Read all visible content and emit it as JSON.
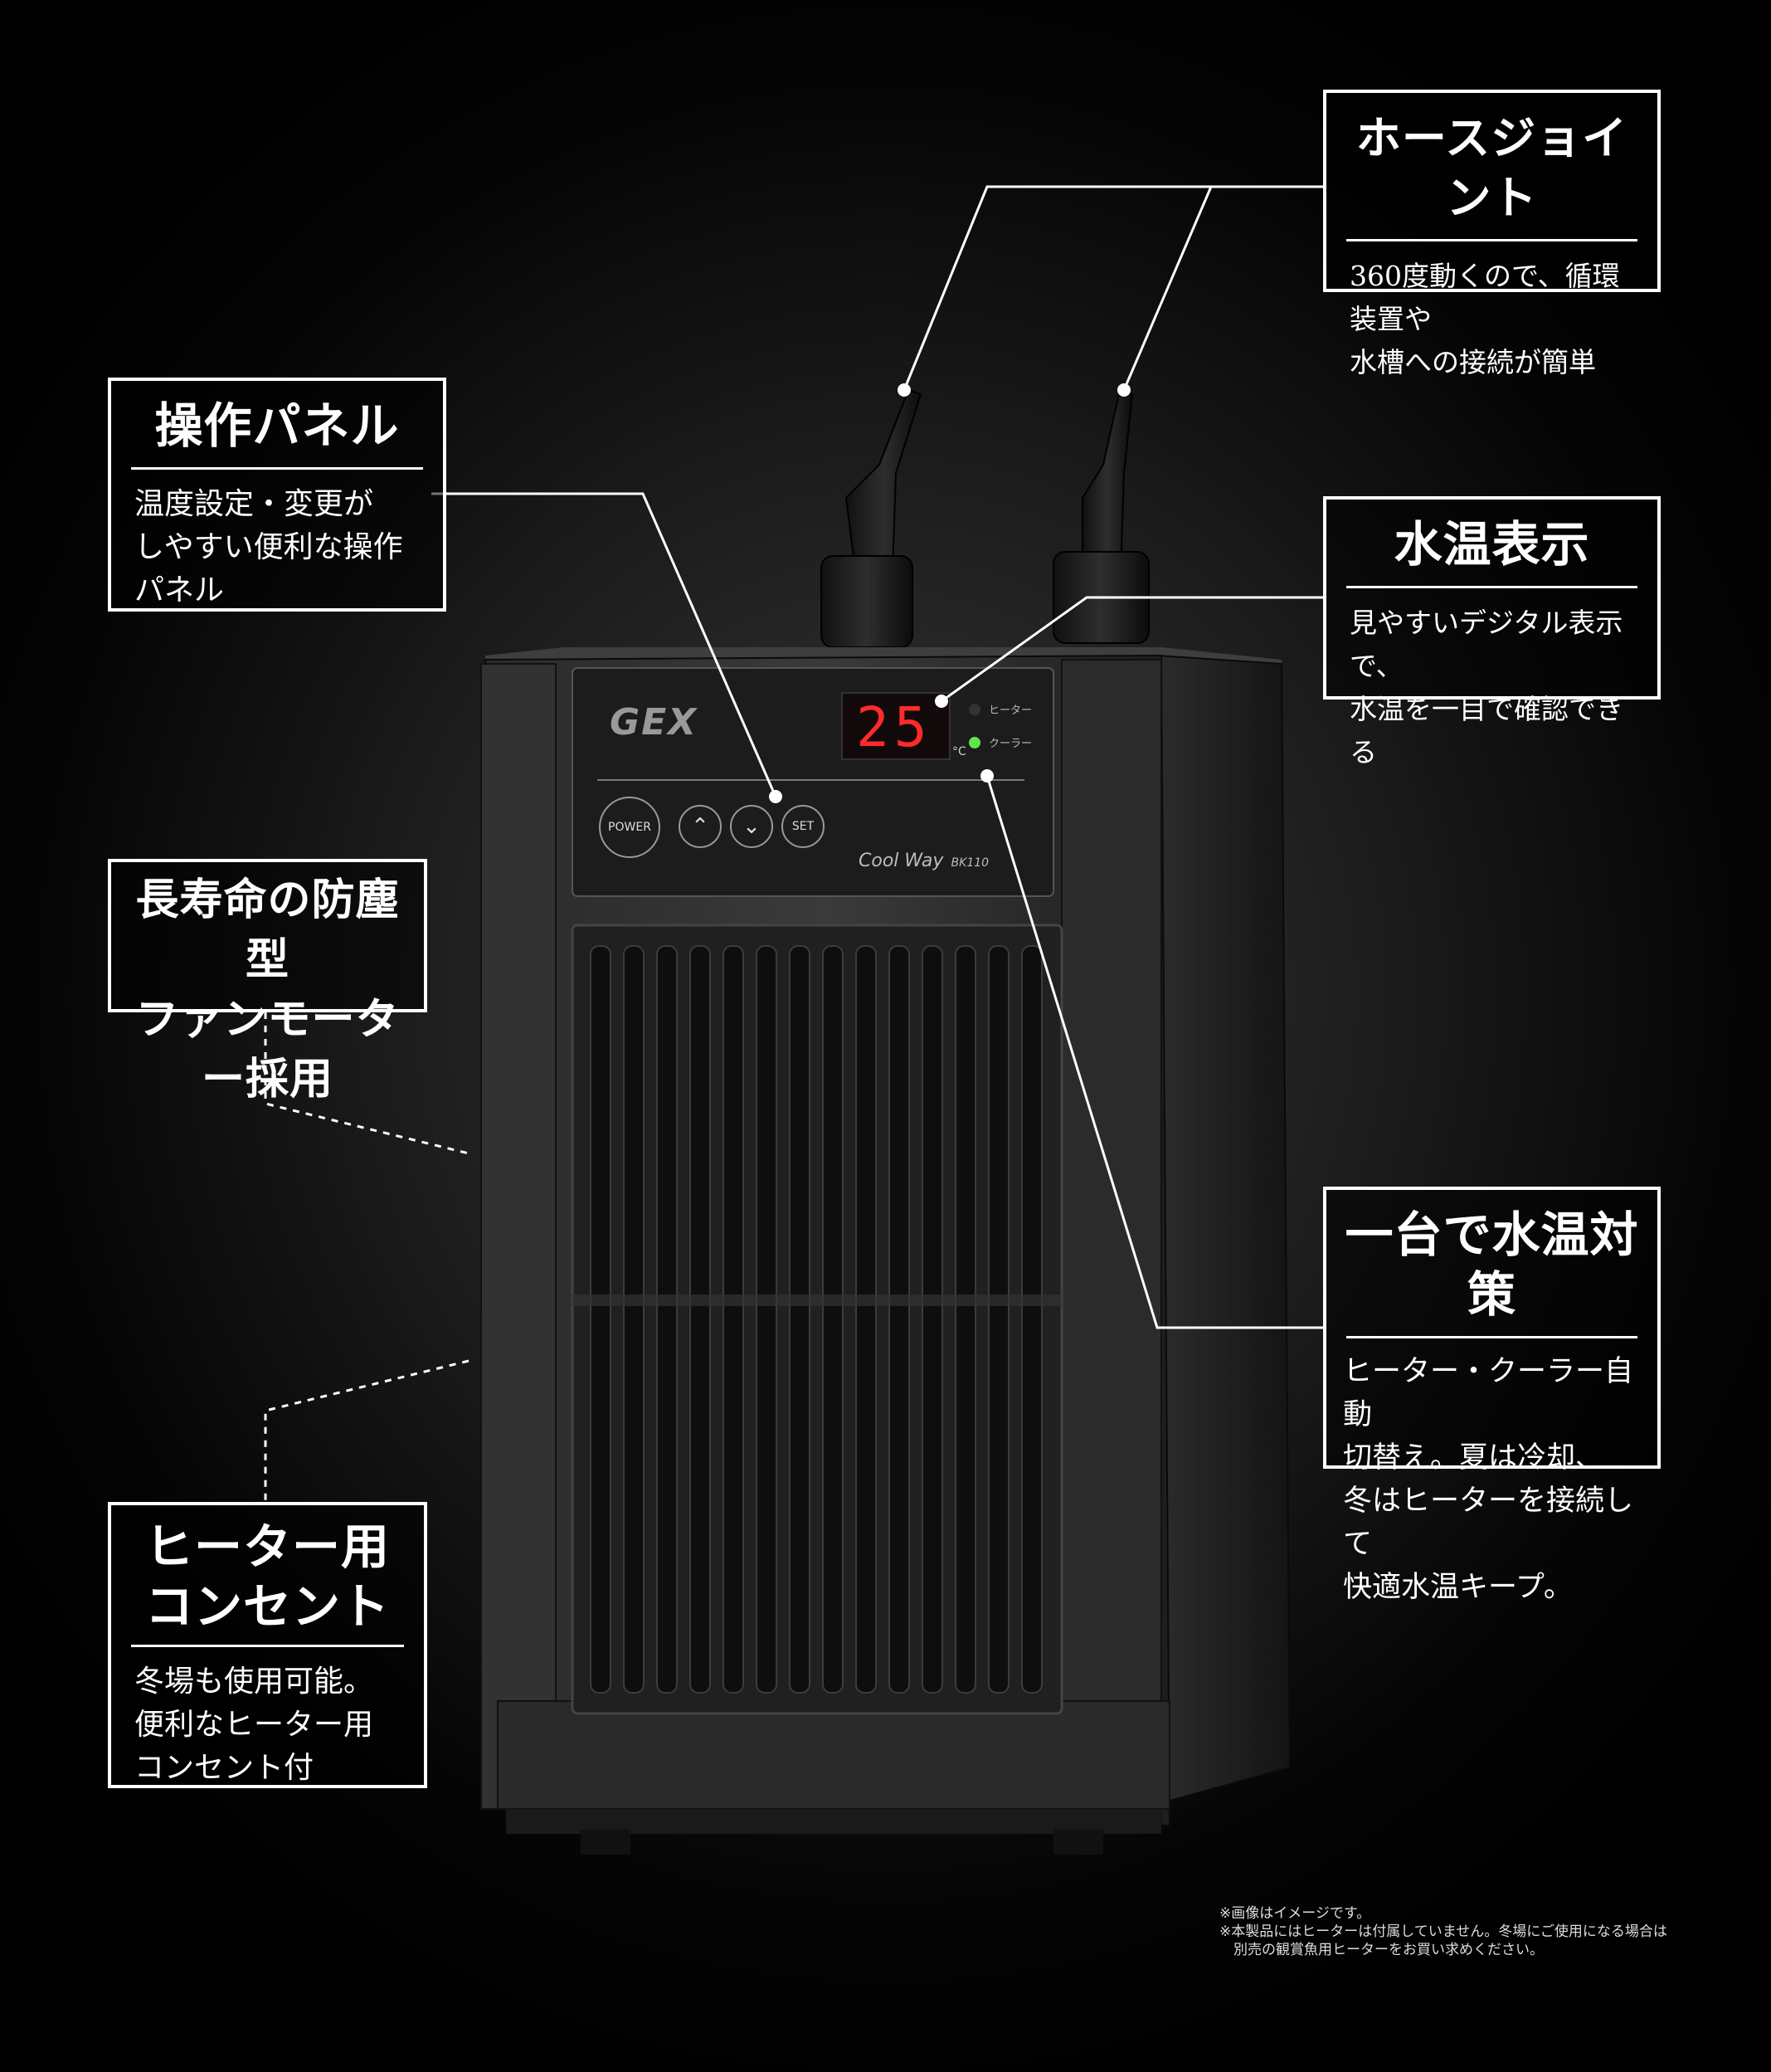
{
  "callouts": {
    "hose": {
      "title": "ホースジョイント",
      "desc": "360度動くので、循環装置や\n水槽への接続が簡単"
    },
    "panel": {
      "title": "操作パネル",
      "desc": "温度設定・変更が\nしやすい便利な操作\nパネル"
    },
    "display": {
      "title": "水温表示",
      "desc": "見やすいデジタル表示で、\n水温を一目で確認できる"
    },
    "fan": {
      "title": "長寿命の防塵型\nファンモーター採用"
    },
    "auto": {
      "title": "一台で水温対策",
      "desc": "ヒーター・クーラー自動\n切替え。夏は冷却、\n冬はヒーターを接続して\n快適水温キープ。"
    },
    "outlet": {
      "title": "ヒーター用\nコンセント",
      "desc": "冬場も使用可能。\n便利なヒーター用\nコンセント付"
    }
  },
  "device": {
    "brand": "GEX",
    "temperature": "25",
    "unit": "°C",
    "indicator_heater": "ヒーター",
    "indicator_cooler": "クーラー",
    "btn_power": "POWER",
    "btn_set": "SET",
    "model": "Cool Way",
    "model_code": "BK110"
  },
  "notes": "※画像はイメージです。\n※本製品にはヒーターは付属していません。冬場にご使用になる場合は\n　別売の観賞魚用ヒーターをお買い求めください。"
}
